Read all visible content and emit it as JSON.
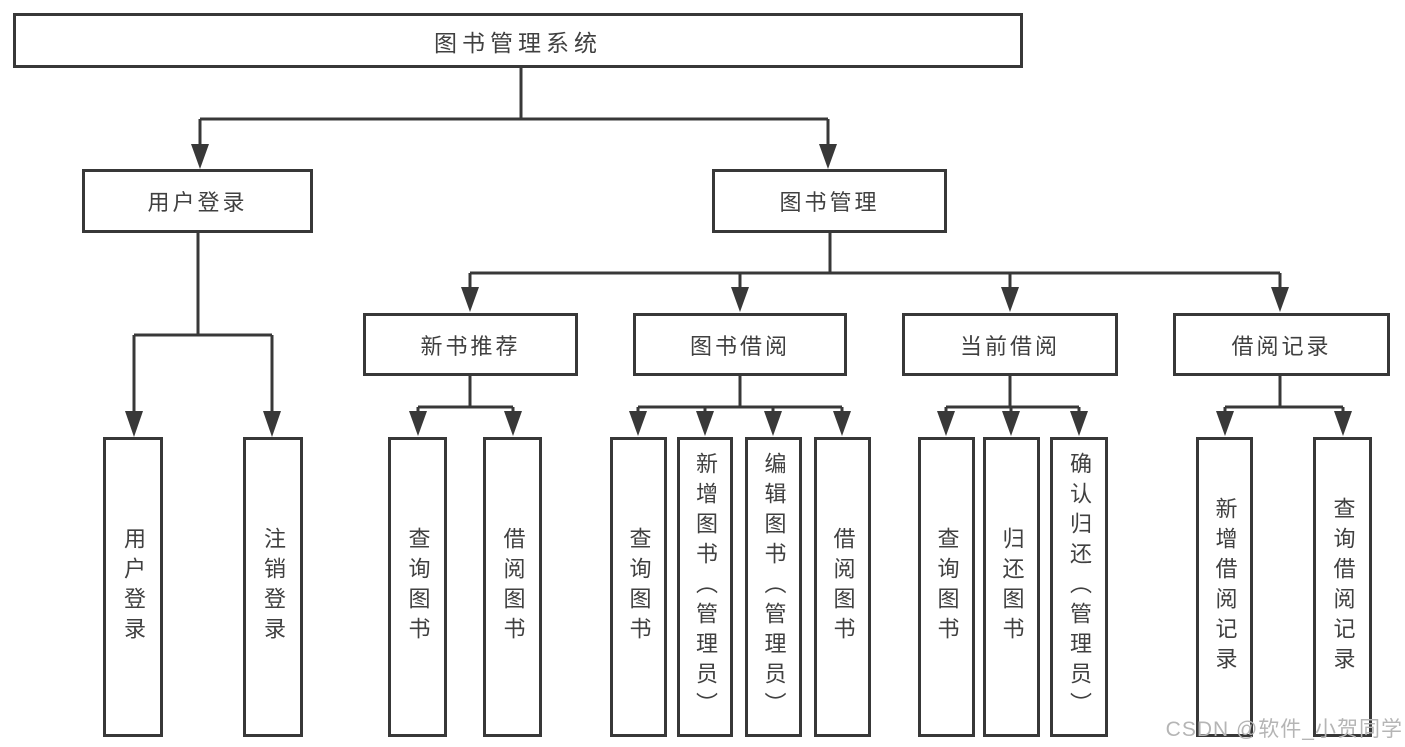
{
  "diagram": {
    "root": "图书管理系统",
    "branches": {
      "user_login": {
        "label": "用户登录",
        "children": [
          "用户登录",
          "注销登录"
        ]
      },
      "book_management": {
        "label": "图书管理",
        "sections": [
          {
            "label": "新书推荐",
            "children": [
              "查询图书",
              "借阅图书"
            ]
          },
          {
            "label": "图书借阅",
            "children": [
              "查询图书",
              "新增图书（管理员）",
              "编辑图书（管理员）",
              "借阅图书"
            ]
          },
          {
            "label": "当前借阅",
            "children": [
              "查询图书",
              "归还图书",
              "确认归还（管理员）"
            ]
          },
          {
            "label": "借阅记录",
            "children": [
              "新增借阅记录",
              "查询借阅记录"
            ]
          }
        ]
      }
    }
  },
  "watermark": {
    "text": "CSDN @软件_小贺同学",
    "color": "#b5b5b5"
  },
  "colors": {
    "line": "#383838",
    "text": "#404040",
    "box_fill": "#ffffff",
    "background": "#ffffff"
  }
}
